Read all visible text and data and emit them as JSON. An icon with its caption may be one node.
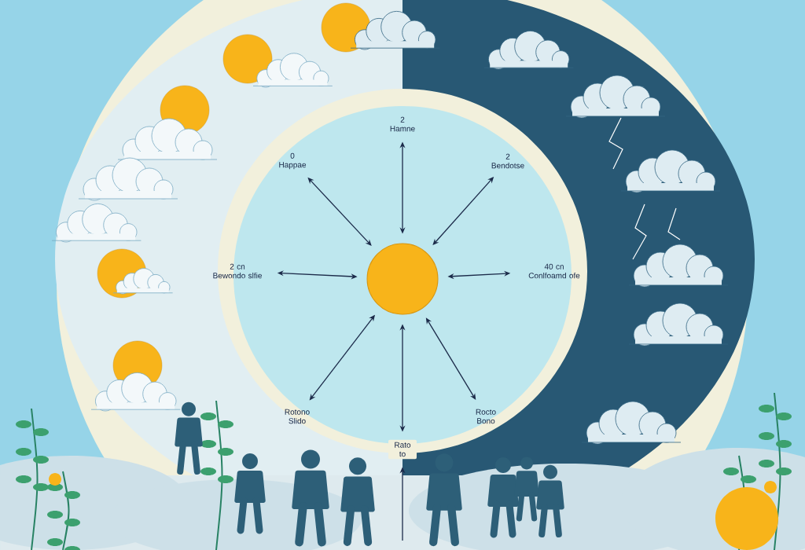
{
  "diagram": {
    "nodes": [
      {
        "text": [],
        "shape": "circle"
      },
      {
        "text": [
          "2",
          "Hamne"
        ]
      },
      {
        "text": [
          "0",
          "Happae"
        ]
      },
      {
        "text": [
          "2",
          "Bendotse"
        ]
      },
      {
        "text": [
          "2 cn",
          "Bewondo slfie"
        ]
      },
      {
        "text": [
          "40 cn",
          "Conlfoamd ofe"
        ]
      },
      {
        "text": [
          "Rotono Slido"
        ]
      },
      {
        "text": [
          "Rocto Bono"
        ]
      },
      {
        "text": [
          "Rato to"
        ]
      }
    ],
    "edges": [
      {
        "from": 0,
        "to": 1,
        "arrow": "both"
      },
      {
        "from": 0,
        "to": 2,
        "arrow": "both"
      },
      {
        "from": 0,
        "to": 3,
        "arrow": "both"
      },
      {
        "from": 0,
        "to": 4,
        "arrow": "both"
      },
      {
        "from": 0,
        "to": 5,
        "arrow": "both"
      },
      {
        "from": 0,
        "to": 6,
        "arrow": "both"
      },
      {
        "from": 0,
        "to": 7,
        "arrow": "both"
      },
      {
        "from": 0,
        "to": 8,
        "arrow": "both"
      },
      {
        "from": null,
        "to": 8,
        "arrow": "to"
      }
    ]
  }
}
